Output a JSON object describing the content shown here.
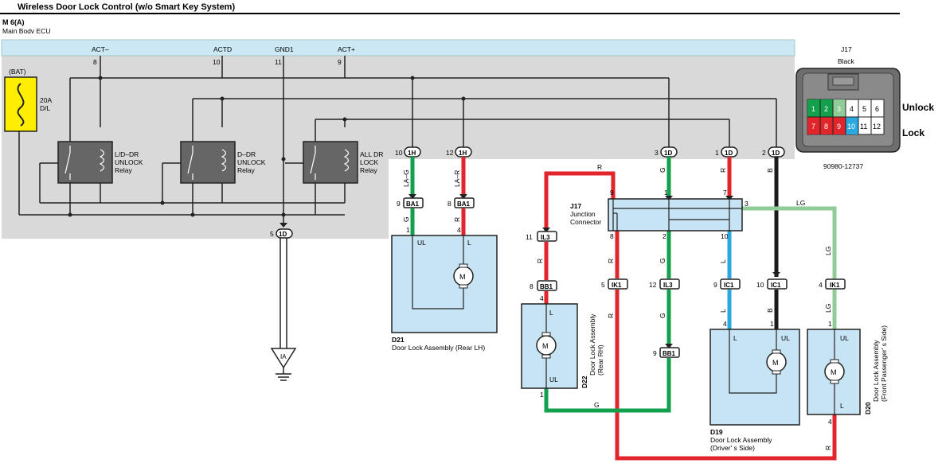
{
  "title": "Wireless Door Lock Control (w/o Smart Key System)",
  "ecu": {
    "code": "M 6(A)",
    "name": "Main Bodv ECU"
  },
  "ecu_pins": [
    {
      "name": "ACT–",
      "num": "8"
    },
    {
      "name": "ACTD",
      "num": "10"
    },
    {
      "name": "GND1",
      "num": "11"
    },
    {
      "name": "ACT+",
      "num": "9"
    }
  ],
  "fuse": {
    "source": "(BAT)",
    "rating": "20A",
    "name": "D/L"
  },
  "relays": [
    {
      "l1": "L/D–DR",
      "l2": "UNLOCK",
      "l3": "Relay"
    },
    {
      "l1": "D–DR",
      "l2": "UNLOCK",
      "l3": "Relay"
    },
    {
      "l1": "ALL DR",
      "l2": "LOCK",
      "l3": "Relay"
    }
  ],
  "ground": {
    "pin": "5",
    "conn": "1D",
    "point": "IA"
  },
  "ecu_connectors": [
    {
      "pin": "10",
      "conn": "1H",
      "wire": "LA–G"
    },
    {
      "pin": "12",
      "conn": "1H",
      "wire": "LA–R"
    },
    {
      "pin": "3",
      "conn": "1D",
      "wire": "G"
    },
    {
      "pin": "1",
      "conn": "1D",
      "wire": "R"
    },
    {
      "pin": "2",
      "conn": "1D",
      "wire": "B"
    }
  ],
  "junction": {
    "code": "J17",
    "l1": "Junction",
    "l2": "Connector",
    "pins": {
      "top_r": "9",
      "top_g": "1",
      "top_rr": "7",
      "right": "3",
      "bot_r": "8",
      "bot_g": "2",
      "bot_l": "10"
    },
    "lg_wire": "LG"
  },
  "j17_connector": {
    "code": "J17",
    "color": "Black",
    "part": "90980-12737",
    "row1": [
      "1",
      "2",
      "3",
      "4",
      "5",
      "6"
    ],
    "row2": [
      "7",
      "8",
      "9",
      "10",
      "11",
      "12"
    ],
    "unlock": "Unlock",
    "lock": "Lock"
  },
  "wire_labels": {
    "r": "R",
    "g": "G",
    "b": "B",
    "l": "L",
    "lg": "LG"
  },
  "connectors": [
    {
      "pin": "9",
      "conn": "BA1"
    },
    {
      "pin": "8",
      "conn": "BA1"
    },
    {
      "pin": "11",
      "conn": "IL3"
    },
    {
      "pin": "8",
      "conn": "BB1"
    },
    {
      "pin": "5",
      "conn": "IK1"
    },
    {
      "pin": "12",
      "conn": "IL3"
    },
    {
      "pin": "9",
      "conn": "BB1"
    },
    {
      "pin": "9",
      "conn": "IC1"
    },
    {
      "pin": "10",
      "conn": "IC1"
    },
    {
      "pin": "4",
      "conn": "IK1"
    }
  ],
  "pins": {
    "ba1_g": "1",
    "ba1_r": "4",
    "bb1_4": "4",
    "bb1_1": "1",
    "ic1_l": "4",
    "ic1_b": "1",
    "ik1_1": "1",
    "ik1_4": "4"
  },
  "motor": "M",
  "assemblies": [
    {
      "code": "D21",
      "name": "Door Lock Assembly (Rear LH)",
      "ul": "UL",
      "l": "L"
    },
    {
      "code": "D22",
      "name": "Door Lock Assembly",
      "sub": "(Rear RH)",
      "ul": "UL",
      "l": "L"
    },
    {
      "code": "D19",
      "name": "Door Lock Assembly",
      "sub": "(Driver' s Side)",
      "ul": "UL",
      "l": "L"
    },
    {
      "code": "D20",
      "name": "Door Lock Assembly",
      "sub": "(Front Passenger' s Side)",
      "ul": "UL",
      "l": "L"
    }
  ],
  "colors": {
    "red": "#e0252b",
    "green": "#12a04c",
    "blue": "#2aa8e0",
    "black": "#1a1a1a",
    "lightgreen": "#8fcc98",
    "panel": "#d9d9d9",
    "box": "#c7e4f4",
    "fuse": "#ffee00"
  }
}
